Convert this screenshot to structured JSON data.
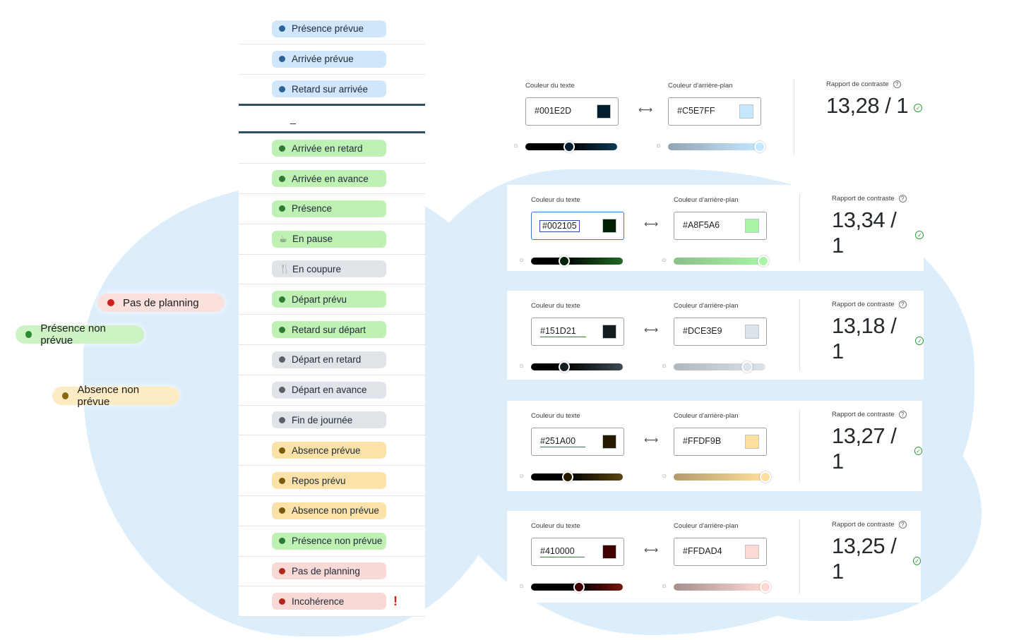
{
  "floating_pills": [
    {
      "label": "Pas de planning",
      "color": "#d0201a",
      "bg": "#fbe1de"
    },
    {
      "label": "Présence non prévue",
      "color": "#2b8a34",
      "bg": "#cdf2c4"
    },
    {
      "label": "Absence non prévue",
      "color": "#8a6a10",
      "bg": "#fdebc4"
    }
  ],
  "status_list": {
    "separator_label": "_",
    "top": [
      {
        "label": "Présence prévue",
        "bg": "#cfe6fb",
        "dot": "#2a6496"
      },
      {
        "label": "Arrivée prévue",
        "bg": "#cfe6fb",
        "dot": "#2a6496"
      },
      {
        "label": "Retard sur arrivée",
        "bg": "#cfe6fb",
        "dot": "#2a6496"
      }
    ],
    "bottom": [
      {
        "label": "Arrivée en retard",
        "bg": "#bff0b4",
        "dot": "#2e7a33"
      },
      {
        "label": "Arrivée en avance",
        "bg": "#bff0b4",
        "dot": "#2e7a33"
      },
      {
        "label": "Présence",
        "bg": "#bff0b4",
        "dot": "#2e7a33"
      },
      {
        "label": "En pause",
        "bg": "#bff0b4",
        "icon": "coffee-icon",
        "glyph": "☕"
      },
      {
        "label": "En coupure",
        "bg": "#e0e3e7",
        "icon": "cutlery-icon",
        "glyph": "🍴"
      },
      {
        "label": "Départ prévu",
        "bg": "#bff0b4",
        "dot": "#2e7a33"
      },
      {
        "label": "Retard sur départ",
        "bg": "#bff0b4",
        "dot": "#2e7a33"
      },
      {
        "label": "Départ en retard",
        "bg": "#e0e3e7",
        "dot": "#5a6068"
      },
      {
        "label": "Départ en avance",
        "bg": "#e0e3e7",
        "dot": "#5a6068"
      },
      {
        "label": "Fin de journée",
        "bg": "#e0e3e7",
        "dot": "#5a6068"
      },
      {
        "label": "Absence prévue",
        "bg": "#fbe2a9",
        "dot": "#7a5a0c"
      },
      {
        "label": "Repos prévu",
        "bg": "#fbe2a9",
        "dot": "#7a5a0c"
      },
      {
        "label": "Absence non prévue",
        "bg": "#fbe2a9",
        "dot": "#7a5a0c"
      },
      {
        "label": "Présence non prévue",
        "bg": "#bff0b4",
        "dot": "#2e7a33"
      },
      {
        "label": "Pas de planning",
        "bg": "#f9d9d6",
        "dot": "#b3261e"
      },
      {
        "label": "Incohérence",
        "bg": "#f9d9d6",
        "dot": "#b3261e",
        "alert": "!"
      }
    ]
  },
  "contrast_panels": [
    {
      "text_label": "Couleur du texte",
      "bg_label": "Couleur d'arrière-plan",
      "ratio_label": "Rapport de contraste",
      "text_hex": "#001E2D",
      "bg_hex": "#C5E7FF",
      "text_color": "#001e2d",
      "bg_color": "#c5e7ff",
      "ratio": "13,28 / 1",
      "text_track": "#0e3a55",
      "bg_track_from": "#93a4b5",
      "bg_track_to": "#c5e7ff",
      "text_level": 0.48,
      "bg_level": 1.0,
      "field_state": "normal"
    },
    {
      "text_label": "Couleur du texte",
      "bg_label": "Couleur d'arrière-plan",
      "ratio_label": "Rapport de contraste",
      "text_hex": "#002105",
      "bg_hex": "#A8F5A6",
      "text_color": "#002105",
      "bg_color": "#a8f5a6",
      "ratio": "13,34 / 1",
      "text_track": "#1f6a22",
      "bg_track_from": "#8bbf88",
      "bg_track_to": "#a8f5a6",
      "text_level": 0.36,
      "bg_level": 0.98,
      "field_state": "focus"
    },
    {
      "text_label": "Couleur du texte",
      "bg_label": "Couleur d'arrière-plan",
      "ratio_label": "Rapport de contraste",
      "text_hex": "#151D21",
      "bg_hex": "#DCE3E9",
      "text_color": "#151d21",
      "bg_color": "#dce3e9",
      "ratio": "13,18 / 1",
      "text_track": "#3d4a52",
      "bg_track_from": "#b0b6ba",
      "bg_track_to": "#dce3e9",
      "text_level": 0.36,
      "bg_level": 0.8,
      "field_state": "underline"
    },
    {
      "text_label": "Couleur du texte",
      "bg_label": "Couleur d'arrière-plan",
      "ratio_label": "Rapport de contraste",
      "text_hex": "#251A00",
      "bg_hex": "#FFDF9B",
      "text_color": "#251a00",
      "bg_color": "#ffdf9b",
      "ratio": "13,27 / 1",
      "text_track": "#5a4410",
      "bg_track_from": "#b39a6a",
      "bg_track_to": "#ffdf9b",
      "text_level": 0.4,
      "bg_level": 1.0,
      "field_state": "underline"
    },
    {
      "text_label": "Couleur du texte",
      "bg_label": "Couleur d'arrière-plan",
      "ratio_label": "Rapport de contraste",
      "text_hex": "#410000",
      "bg_hex": "#FFDAD4",
      "text_color": "#410000",
      "bg_color": "#ffdad4",
      "ratio": "13,25 / 1",
      "text_track": "#7a1410",
      "bg_track_from": "#a68f8d",
      "bg_track_to": "#ffdad4",
      "text_level": 0.52,
      "bg_level": 1.0,
      "field_state": "underline"
    }
  ]
}
